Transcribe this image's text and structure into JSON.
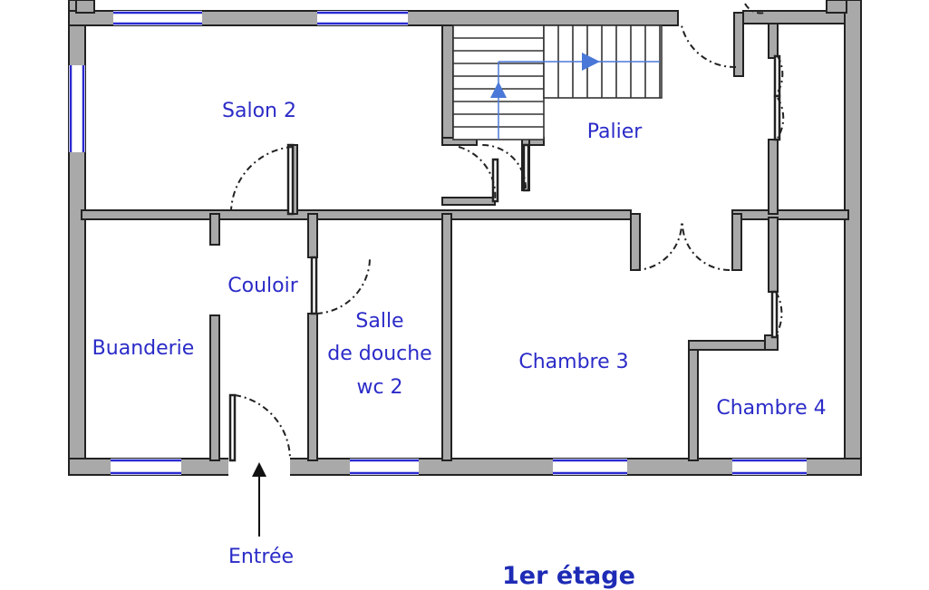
{
  "plan": {
    "rooms": {
      "salon2": "Salon 2",
      "palier": "Palier",
      "couloir": "Couloir",
      "buanderie": "Buanderie",
      "salle_line1": "Salle",
      "salle_line2": "de douche",
      "salle_line3": "wc 2",
      "chambre3": "Chambre 3",
      "chambre4": "Chambre 4"
    },
    "entrance_label": "Entrée",
    "floor_title": "1er étage"
  },
  "colors": {
    "label": "#2b2bc8",
    "title": "#1d2bb5",
    "wall_fill": "#a9a9a9",
    "window": "#2a2ad0",
    "stair_arrow": "#4a78d8"
  }
}
